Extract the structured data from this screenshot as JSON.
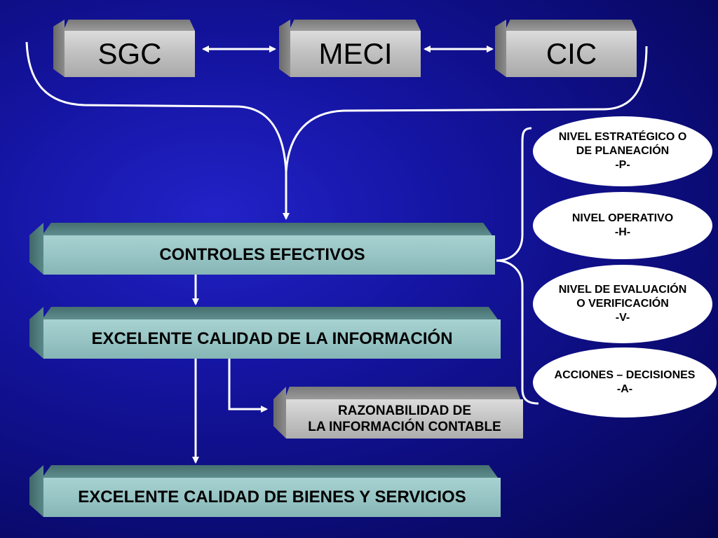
{
  "top_boxes": {
    "sgc": "SGC",
    "meci": "MECI",
    "cic": "CIC"
  },
  "main_boxes": {
    "controles": "CONTROLES EFECTIVOS",
    "calidad_informacion": "EXCELENTE CALIDAD DE LA INFORMACIÓN",
    "bienes_servicios": "EXCELENTE CALIDAD DE BIENES Y SERVICIOS"
  },
  "razonabilidad": {
    "line1": "RAZONABILIDAD DE",
    "line2": "LA INFORMACIÓN CONTABLE"
  },
  "levels": {
    "estrategico": {
      "line1": "NIVEL ESTRATÉGICO O",
      "line2": "DE PLANEACIÓN",
      "code": "-P-"
    },
    "operativo": {
      "line1": "NIVEL OPERATIVO",
      "code": "-H-"
    },
    "evaluacion": {
      "line1": "NIVEL DE EVALUACIÓN",
      "line2": "O VERIFICACIÓN",
      "code": "-V-"
    },
    "acciones": {
      "line1": "ACCIONES – DECISIONES",
      "code": "-A-"
    }
  },
  "colors": {
    "background": "#1414a0",
    "connector": "#ffffff",
    "grey_box": "#c2c2c2",
    "teal_box": "#96c3c3"
  }
}
